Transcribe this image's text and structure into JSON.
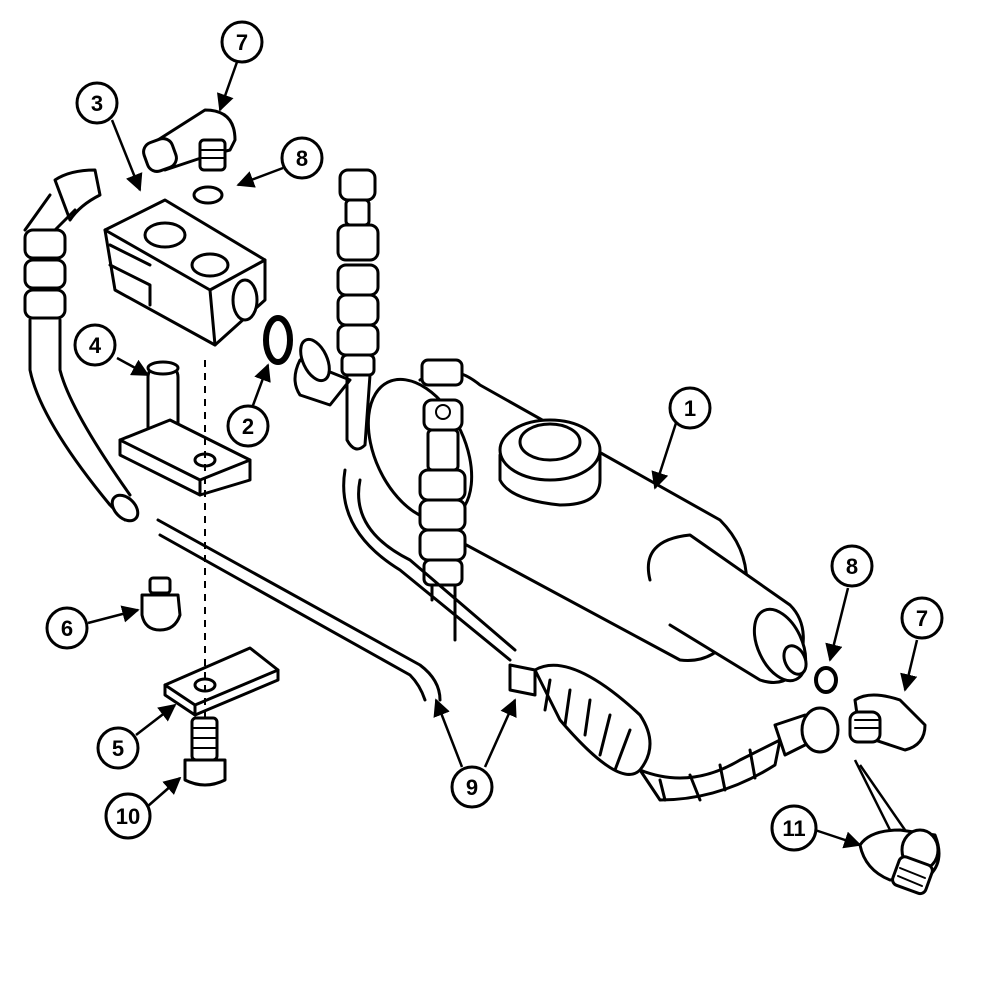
{
  "callouts": [
    {
      "label": "1"
    },
    {
      "label": "2"
    },
    {
      "label": "3"
    },
    {
      "label": "4"
    },
    {
      "label": "5"
    },
    {
      "label": "6"
    },
    {
      "label": "7"
    },
    {
      "label": "7"
    },
    {
      "label": "8"
    },
    {
      "label": "8"
    },
    {
      "label": "9"
    },
    {
      "label": "10"
    },
    {
      "label": "11"
    }
  ]
}
